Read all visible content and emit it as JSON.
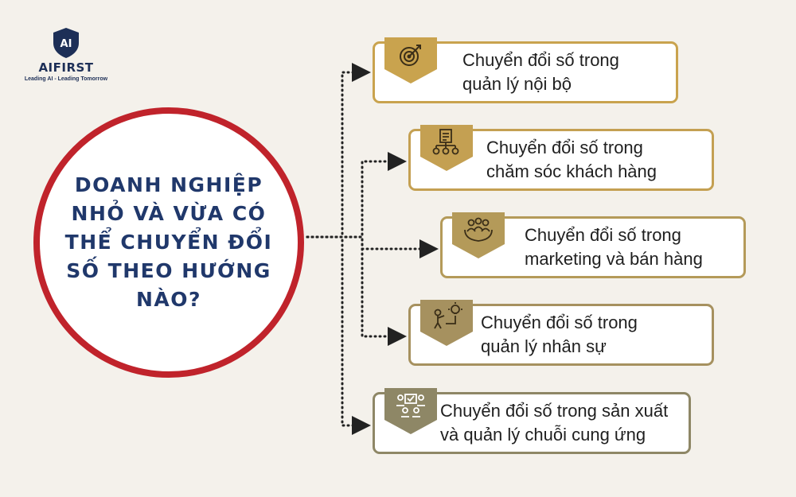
{
  "logo": {
    "mark": "AI",
    "name": "AIFIRST",
    "tagline": "Leading AI - Leading Tomorrow"
  },
  "center": {
    "title": "DOANH NGHIỆP NHỎ VÀ VỪA CÓ THỂ CHUYỂN ĐỔI SỐ THEO HƯỚNG NÀO?"
  },
  "items": [
    {
      "line1": "Chuyển đổi số trong",
      "line2": "quản lý nội bộ",
      "icon": "target-icon",
      "color": "#c9a34e"
    },
    {
      "line1": "Chuyển đổi số trong",
      "line2": "chăm sóc khách hàng",
      "icon": "document-flow-icon",
      "color": "#c4a052"
    },
    {
      "line1": "Chuyển đổi số trong",
      "line2": "marketing và bán hàng",
      "icon": "people-hands-icon",
      "color": "#b49a59"
    },
    {
      "line1": "Chuyển đổi số trong",
      "line2": "quản lý nhân sự",
      "icon": "person-idea-icon",
      "color": "#a6915f"
    },
    {
      "line1": "Chuyển đổi số trong sản xuất",
      "line2": "và quản lý chuỗi cung ứng",
      "icon": "team-check-icon",
      "color": "#8e8766"
    }
  ],
  "colors": {
    "circle_border": "#c0232b",
    "title": "#20386b",
    "background": "#f4f1eb"
  }
}
